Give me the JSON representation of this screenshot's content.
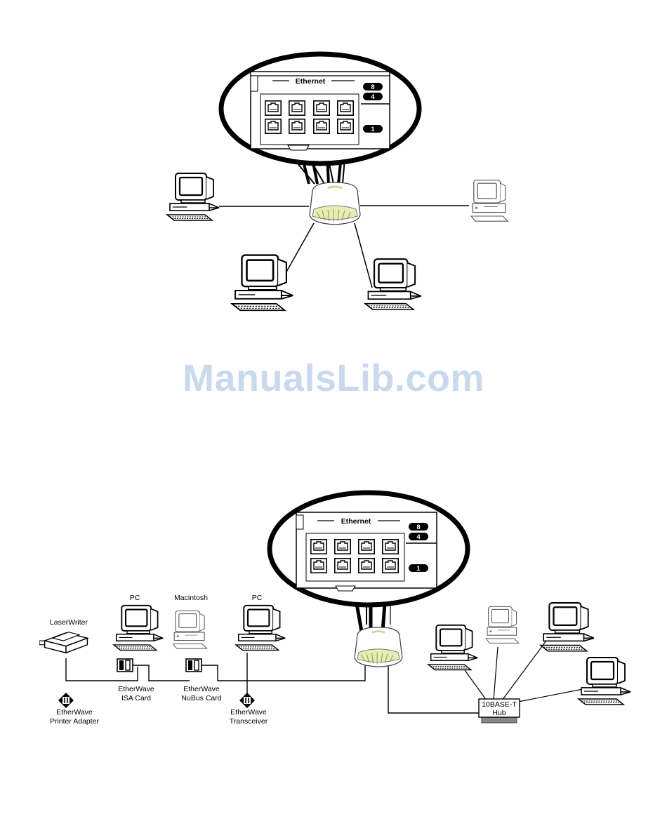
{
  "watermark": "ManualsLib.com",
  "colors": {
    "watermark": "#c9d9ee",
    "hub_glow": "#e6edb4",
    "line": "#000000"
  },
  "top_diagram": {
    "panel": {
      "title": "Ethernet",
      "badges": [
        "8",
        "4",
        "1"
      ]
    }
  },
  "bottom_diagram": {
    "panel": {
      "title": "Ethernet",
      "badges": [
        "8",
        "4",
        "1"
      ]
    },
    "labels": {
      "laserwriter": "LaserWriter",
      "pc_left": "PC",
      "macintosh": "Macintosh",
      "pc_right": "PC",
      "isa_card": [
        "EtherWave",
        "ISA Card"
      ],
      "nubus_card": [
        "EtherWave",
        "NuBus Card"
      ],
      "printer_adapter": [
        "EtherWave",
        "Printer Adapter"
      ],
      "transceiver": [
        "EtherWave",
        "Transceiver"
      ],
      "hub": [
        "10BASE-T",
        "Hub"
      ]
    }
  }
}
